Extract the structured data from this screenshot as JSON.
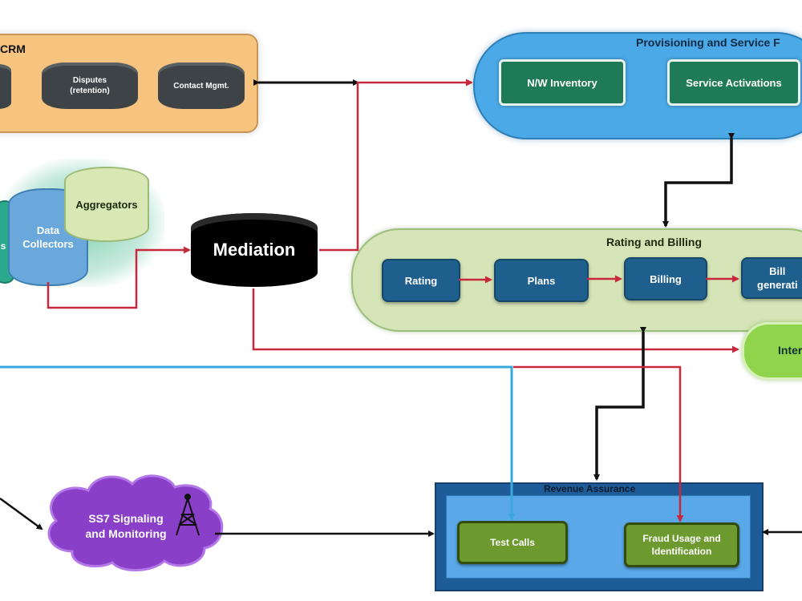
{
  "crm": {
    "title": "CRM",
    "items": [
      {
        "label": "Disputes\n(retention)"
      },
      {
        "label": "Contact Mgmt."
      }
    ]
  },
  "provisioning": {
    "title": "Provisioning and Service F",
    "items": [
      {
        "label": "N/W Inventory"
      },
      {
        "label": "Service Activations"
      }
    ]
  },
  "collection": {
    "data_collectors": "Data\nCollectors",
    "aggregators": "Aggregators",
    "partial": "s"
  },
  "mediation": {
    "label": "Mediation"
  },
  "rating_billing": {
    "title": "Rating and Billing",
    "steps": [
      {
        "label": "Rating"
      },
      {
        "label": "Plans"
      },
      {
        "label": "Billing"
      },
      {
        "label": "Bill\ngenerati"
      }
    ]
  },
  "internet": {
    "label": "Inter"
  },
  "revenue_assurance": {
    "title": "Revenue Assurance",
    "items": [
      {
        "label": "Test Calls"
      },
      {
        "label": "Fraud Usage and\nIdentification"
      }
    ]
  },
  "ss7": {
    "label": "SS7 Signaling\nand Monitoring"
  },
  "colors": {
    "red_arrow": "#c8283c",
    "black_arrow": "#111111",
    "cyan_arrow": "#3aa8dc"
  }
}
